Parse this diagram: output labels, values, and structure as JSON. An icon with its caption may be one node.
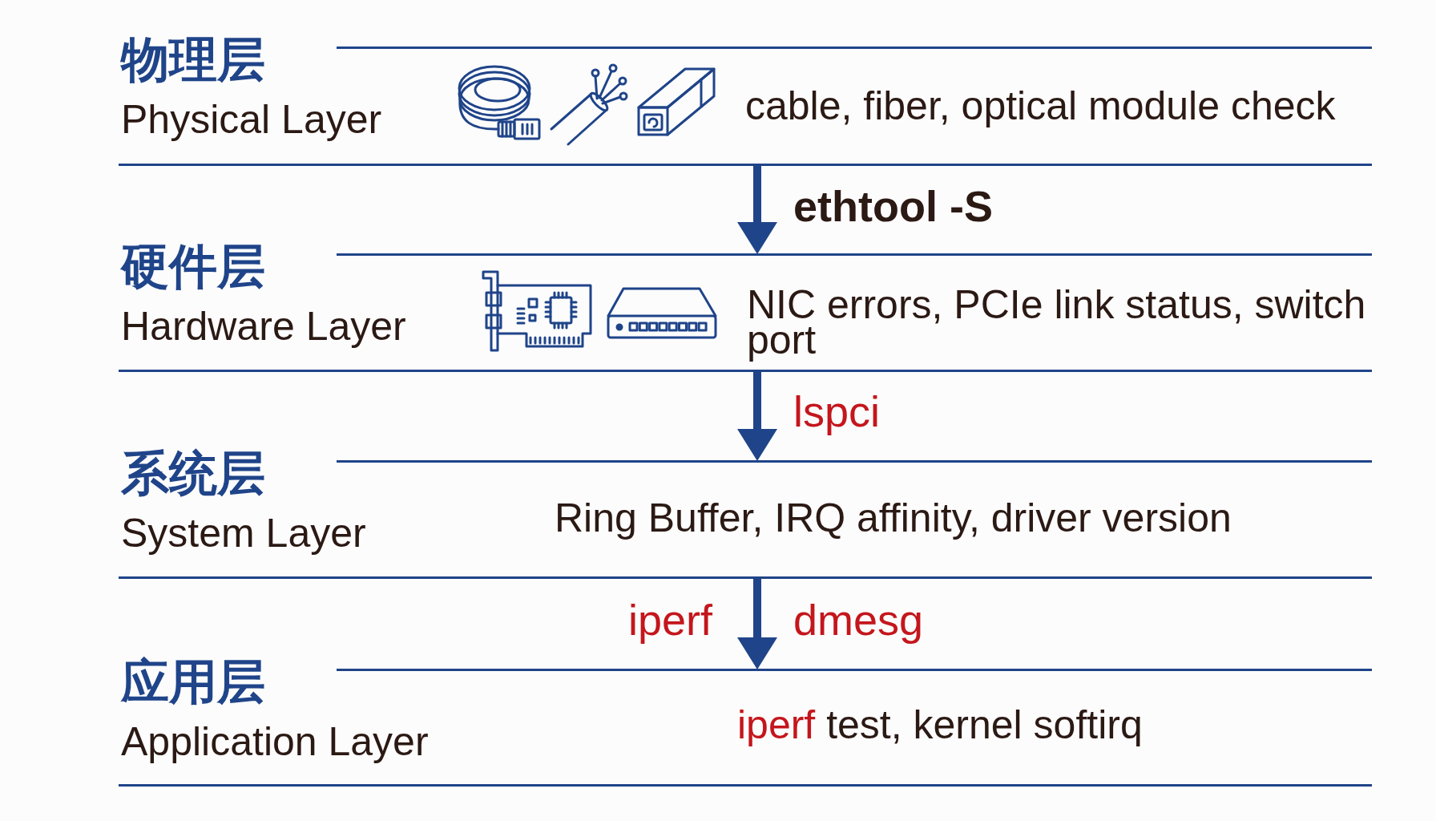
{
  "diagram": {
    "nodes": [
      {
        "text": [
          "物理层",
          "Physical Layer",
          "cable, fiber, optical module check"
        ]
      },
      {
        "text": [
          "硬件层",
          "Hardware Layer",
          "NIC errors, PCIe link status, switch port"
        ]
      },
      {
        "text": [
          "系统层",
          "System Layer",
          "Ring Buffer, IRQ affinity, driver version"
        ]
      },
      {
        "text": [
          "应用层",
          "Application Layer",
          "iperf test, kernel softirq"
        ]
      }
    ],
    "edges": [
      {
        "from": 0,
        "to": 1,
        "arrow": "to",
        "label": "ethtool -S"
      },
      {
        "from": 1,
        "to": 2,
        "arrow": "to",
        "label": "lspci"
      },
      {
        "from": 2,
        "to": 3,
        "arrow": "to",
        "label": "dmesg"
      }
    ],
    "labels": [
      "iperf"
    ]
  }
}
